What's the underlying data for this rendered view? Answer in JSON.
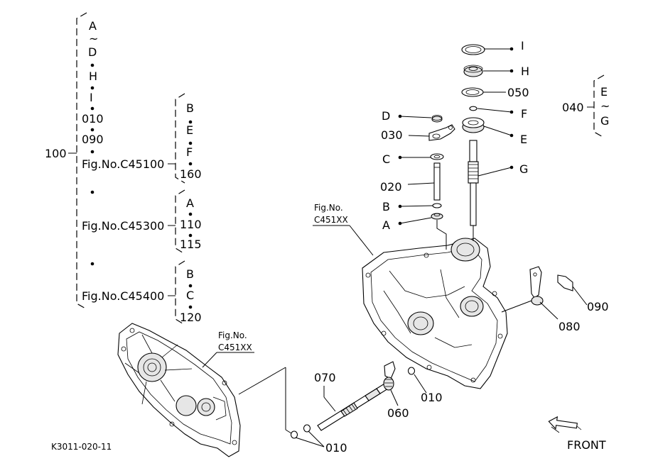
{
  "diagram_id": "K3011-020-11",
  "front_label": "FRONT",
  "fig_ref_1": {
    "line1": "Fig.No.",
    "line2": "C451XX"
  },
  "fig_ref_2": {
    "line1": "Fig.No.",
    "line2": "C451XX"
  },
  "assembly_100": {
    "number": "100",
    "group1": [
      "A",
      "~",
      "D",
      "H",
      "I",
      "010",
      "090"
    ],
    "fig1": "Fig.No.C45100",
    "fig1_parts": [
      "B",
      "E",
      "F",
      "160"
    ],
    "fig2": "Fig.No.C45300",
    "fig2_parts": [
      "A",
      "110",
      "115"
    ],
    "fig3": "Fig.No.C45400",
    "fig3_parts": [
      "B",
      "C",
      "120"
    ]
  },
  "assembly_040": {
    "number": "040",
    "parts": [
      "E",
      "~",
      "G"
    ]
  },
  "callouts": {
    "I": "I",
    "H": "H",
    "p050": "050",
    "F": "F",
    "E": "E",
    "G": "G",
    "D": "D",
    "p030": "030",
    "C": "C",
    "p020": "020",
    "B": "B",
    "A": "A",
    "p090": "090",
    "p080": "080",
    "p070": "070",
    "p060": "060",
    "p010a": "010",
    "p010b": "010"
  }
}
